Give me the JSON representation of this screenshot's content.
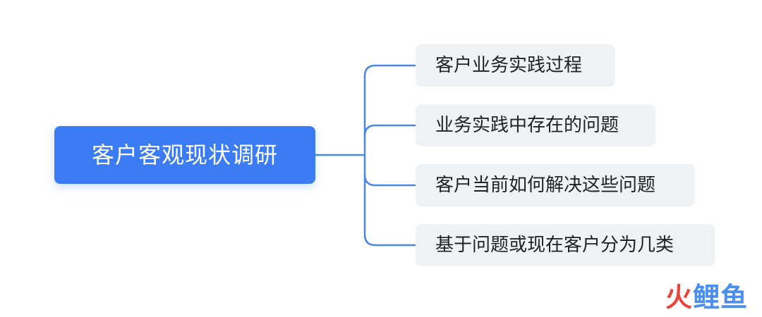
{
  "root": {
    "label": "客户客观现状调研"
  },
  "children": [
    {
      "label": "客户业务实践过程"
    },
    {
      "label": "业务实践中存在的问题"
    },
    {
      "label": "客户当前如何解决这些问题"
    },
    {
      "label": "基于问题或现在客户分为几类"
    }
  ],
  "watermark": {
    "part1": "火",
    "part2": "鲤鱼"
  },
  "colors": {
    "root_fill": "#3b7cf4",
    "child_fill": "#f0f1f3",
    "connector": "#4a86e8",
    "watermark_red": "#e8453c",
    "watermark_blue": "#4a8ef0"
  }
}
